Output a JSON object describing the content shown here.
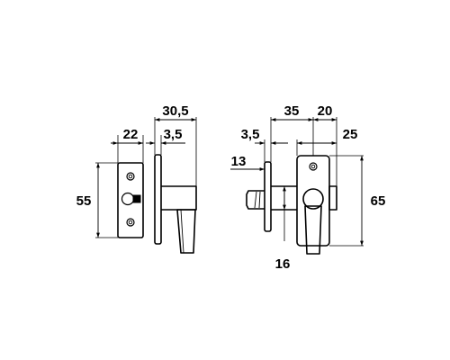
{
  "drawing": {
    "left_view": {
      "dimensions": {
        "width_plate": "22",
        "overall_depth": "30,5",
        "rose_thickness": "3,5",
        "height": "55"
      }
    },
    "right_view": {
      "dimensions": {
        "depth": "35",
        "handle_offset": "20",
        "rose_thickness": "3,5",
        "handle_width": "25",
        "spindle": "13",
        "height": "65",
        "shaft": "16"
      }
    },
    "colors": {
      "line": "#000000",
      "background": "#ffffff"
    }
  }
}
